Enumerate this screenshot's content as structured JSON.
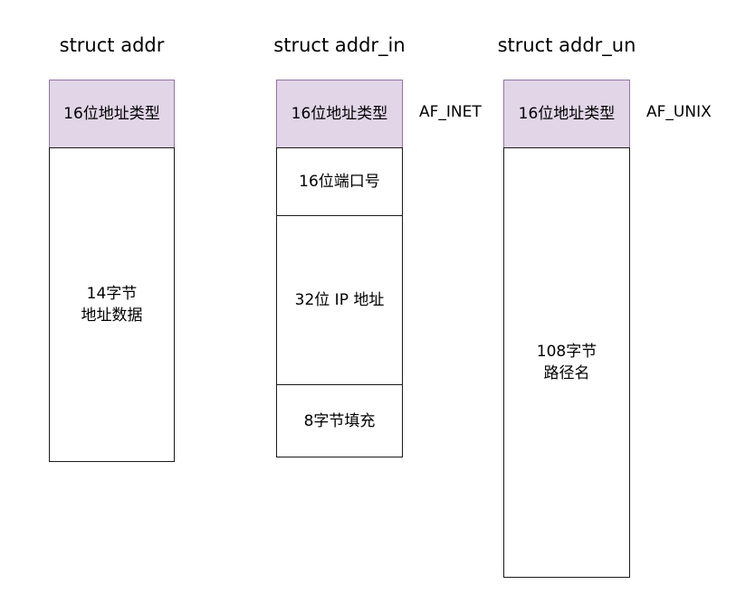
{
  "structs": [
    {
      "title": "struct addr",
      "family": "",
      "fields": [
        "16位地址类型",
        "14字节\n地址数据"
      ]
    },
    {
      "title": "struct addr_in",
      "family": "AF_INET",
      "fields": [
        "16位地址类型",
        "16位端口号",
        "32位 IP 地址",
        "8字节填充"
      ]
    },
    {
      "title": "struct addr_un",
      "family": "AF_UNIX",
      "fields": [
        "16位地址类型",
        "108字节\n路径名"
      ]
    }
  ],
  "colors": {
    "header_fill": "#e1d5e7",
    "header_stroke": "#9673a6",
    "box_stroke": "#1a1a1a"
  }
}
